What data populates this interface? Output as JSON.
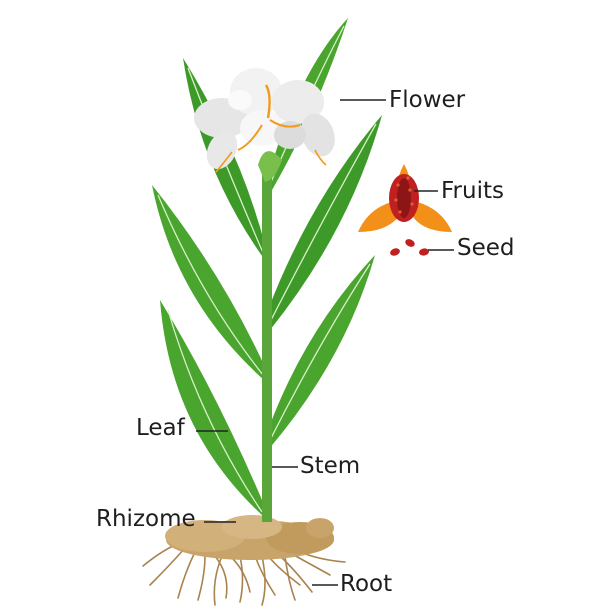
{
  "labels": {
    "flower": "Flower",
    "fruits": "Fruits",
    "seed": "Seed",
    "leaf": "Leaf",
    "stem": "Stem",
    "rhizome": "Rhizome",
    "root": "Root"
  },
  "colors": {
    "leaf_green": "#4aa52e",
    "leaf_dark": "#2e7d1f",
    "stem_green": "#5aa63a",
    "flower_white": "#f2f2f2",
    "flower_shadow": "#d9d9d9",
    "flower_orange": "#f29a1e",
    "fruit_red": "#c0201f",
    "fruit_orange": "#f39019",
    "rhizome_brown": "#c9a46a",
    "root_brown": "#a8834f",
    "line_color": "#222222"
  }
}
